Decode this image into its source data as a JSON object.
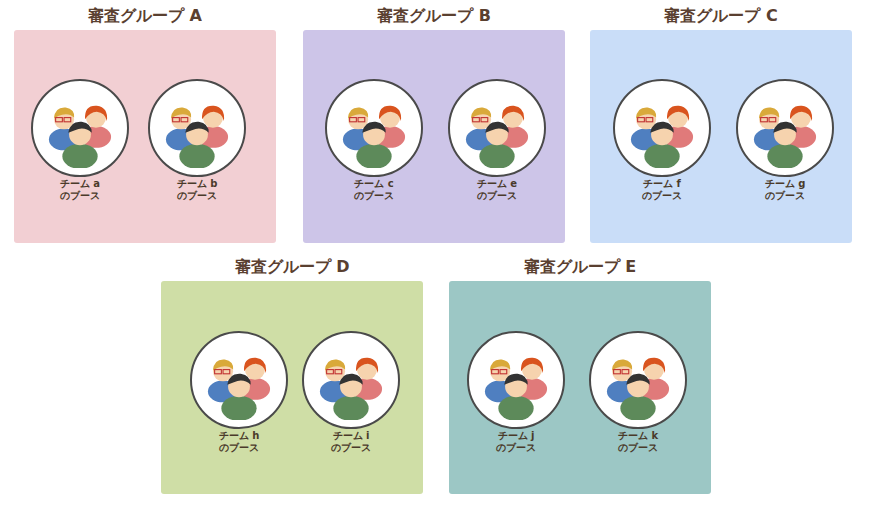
{
  "diagram": {
    "nodes": [
      {
        "text": [
          "審査グループ A"
        ]
      },
      {
        "text": [
          "チーム a のブース"
        ],
        "in": 0
      },
      {
        "text": [
          "チーム b のブース"
        ],
        "in": 0
      },
      {
        "text": [
          "審査グループ B"
        ]
      },
      {
        "text": [
          "チーム c のブース"
        ],
        "in": 3
      },
      {
        "text": [
          "チーム e のブース"
        ],
        "in": 3
      },
      {
        "text": [
          "審査グループ C"
        ]
      },
      {
        "text": [
          "チーム f のブース"
        ],
        "in": 6
      },
      {
        "text": [
          "チーム g のブース"
        ],
        "in": 6
      },
      {
        "text": [
          "審査グループ D"
        ]
      },
      {
        "text": [
          "チーム h のブース"
        ],
        "in": 9
      },
      {
        "text": [
          "チーム i のブース"
        ],
        "in": 9
      },
      {
        "text": [
          "審査グループ E"
        ]
      },
      {
        "text": [
          "チーム j のブース"
        ],
        "in": 12
      },
      {
        "text": [
          "チーム k のブース"
        ],
        "in": 12
      }
    ]
  }
}
